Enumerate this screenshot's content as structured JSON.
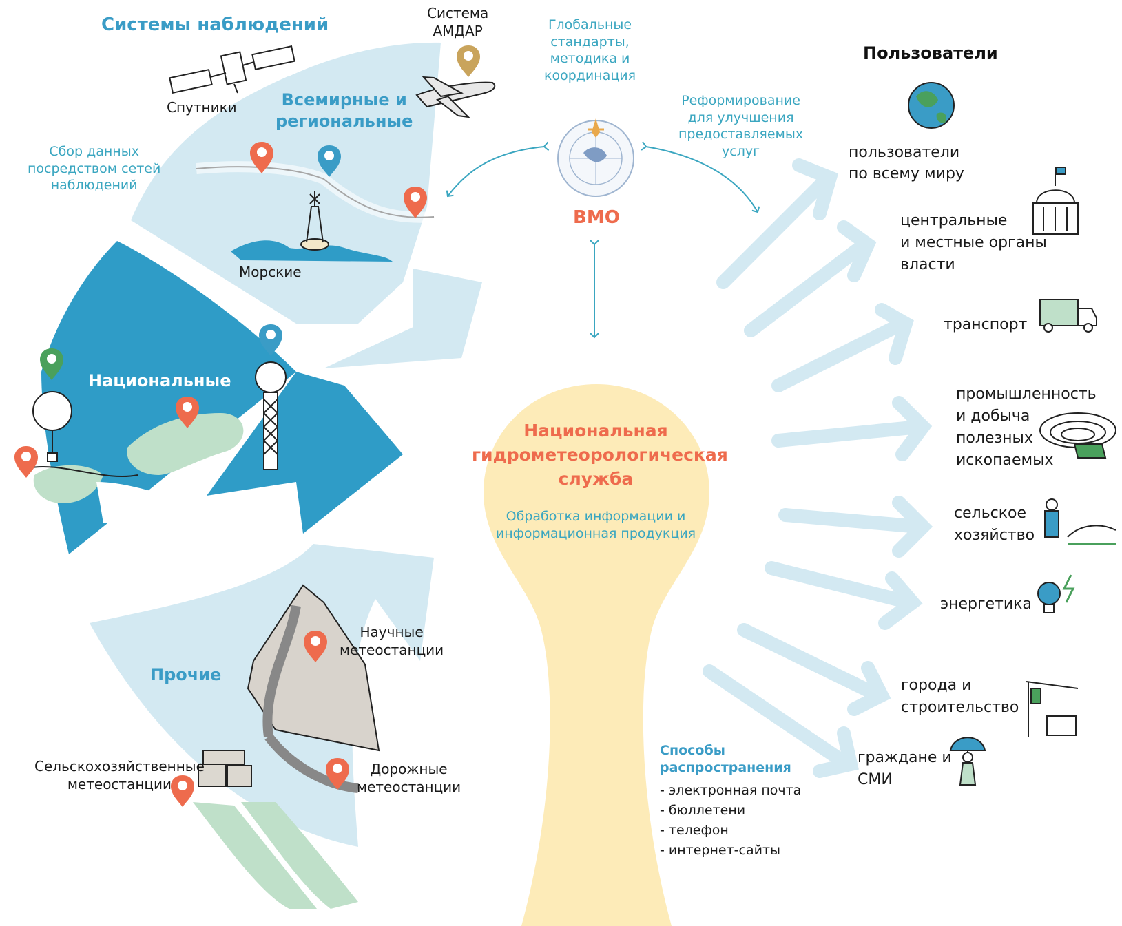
{
  "left": {
    "observation_title": "Системы наблюдений",
    "amdar": "Система\nАМДАР",
    "satellites": "Спутники",
    "global_regional": "Всемирные и\nрегиональные",
    "data_collection": "Сбор данных\nпосредством сетей\nнаблюдений",
    "marine": "Морские",
    "national": "Национальные",
    "other": "Прочие",
    "scientific": "Научные\nметеостанции",
    "agri": "Сельскохозяйственные\nметеостанции",
    "road": "Дорожные\nметеостанции"
  },
  "center": {
    "global_standards": "Глобальные\nстандарты,\nметодика и\nкоординация",
    "reform": "Реформирование\nдля улучшения\nпредоставляемых\nуслуг",
    "wmo": "ВМО",
    "nmhs": "Национальная\nгидрометеорологическая\nслужба",
    "processing": "Обработка информации и\nинформационная продукция",
    "distribution_title": "Способы\nраспространения",
    "distribution_items": [
      "- электронная почта",
      "- бюллетени",
      "- телефон",
      "- интернет-сайты"
    ]
  },
  "users": {
    "title": "Пользователи",
    "items": [
      "пользователи\nпо всему миру",
      "центральные\nи местные органы\nвласти",
      "транспорт",
      "промышленность\nи добыча\nполезных\nископаемых",
      "сельское\nхозяйство",
      "энергетика",
      "города и\nстроительство",
      "граждане и\nСМИ"
    ]
  },
  "colors": {
    "light_blue": "#d3e9f2",
    "dark_blue": "#2f9cc7",
    "teal_text": "#3aa6c0",
    "coral": "#ee6b4d",
    "yellow": "#fdebb8",
    "green": "#bfe0c9"
  },
  "icons": [
    "satellite-icon",
    "plane-icon",
    "location-pin-icon",
    "buoy-icon",
    "weather-balloon-icon",
    "radar-tower-icon",
    "wmo-emblem-icon",
    "globe-icon",
    "government-building-icon",
    "truck-icon",
    "mine-icon",
    "farmer-icon",
    "light-bulb-icon",
    "crane-icon",
    "umbrella-person-icon",
    "mountain-icon",
    "farm-building-icon"
  ]
}
